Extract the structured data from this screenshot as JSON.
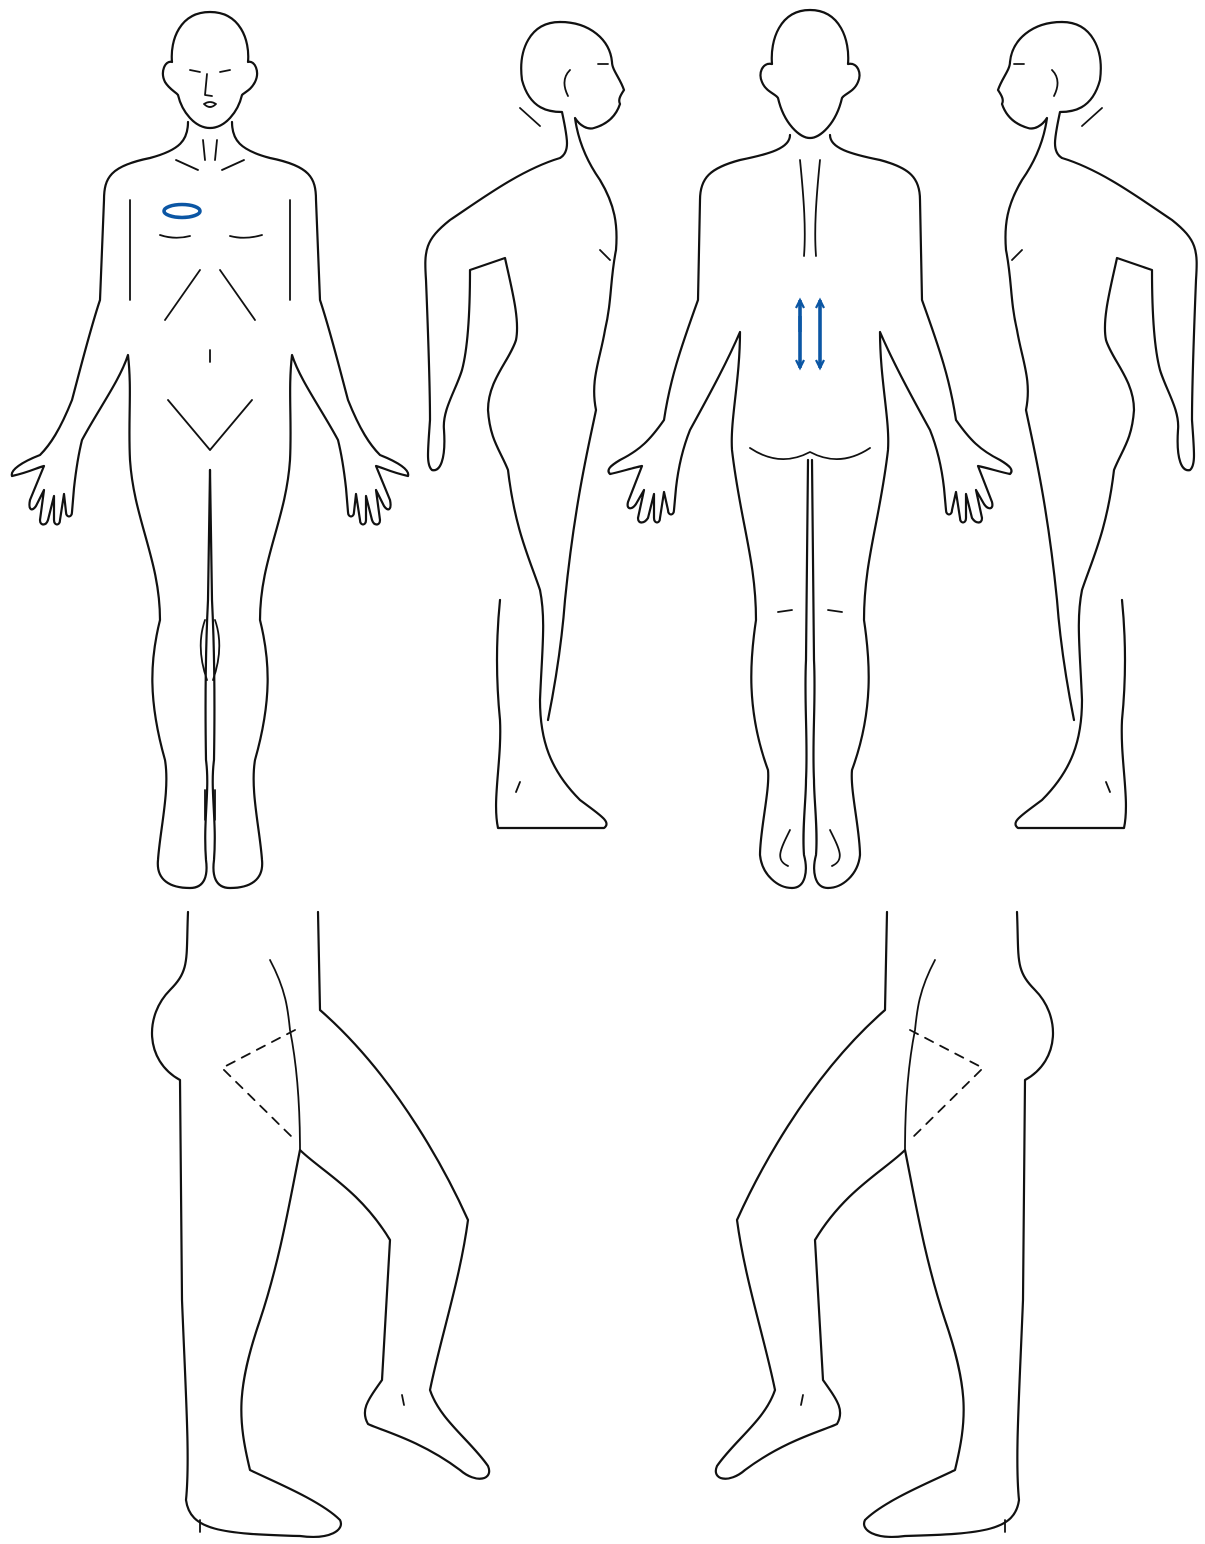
{
  "diagram": {
    "views": [
      "front",
      "left-side",
      "back",
      "right-side",
      "left-leg-lateral",
      "right-leg-lateral"
    ]
  },
  "colors": {
    "outline": "#111111",
    "marking": "#0b56a4",
    "background": "#ffffff"
  },
  "markings": {
    "front_chest": "oval",
    "back_lumbar": "two-parallel-vertical-lines-with-arrowheads"
  }
}
